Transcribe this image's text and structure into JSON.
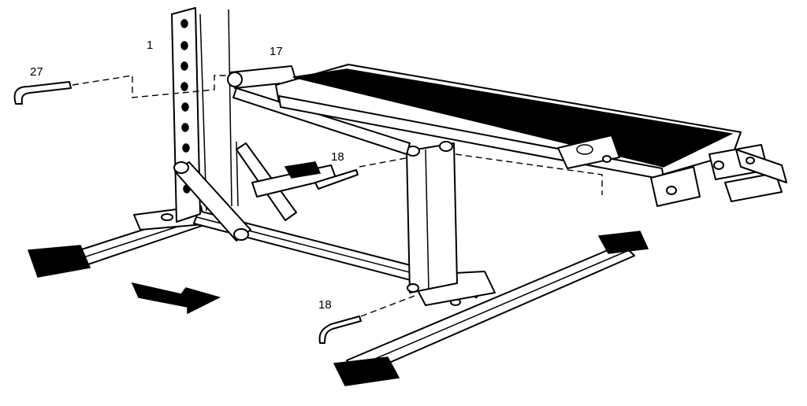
{
  "callouts": {
    "c1": "1",
    "c17": "17",
    "c18_upper": "18",
    "c18_lower": "18",
    "c27": "27"
  },
  "colors": {
    "line": "#000000",
    "background": "#ffffff"
  }
}
